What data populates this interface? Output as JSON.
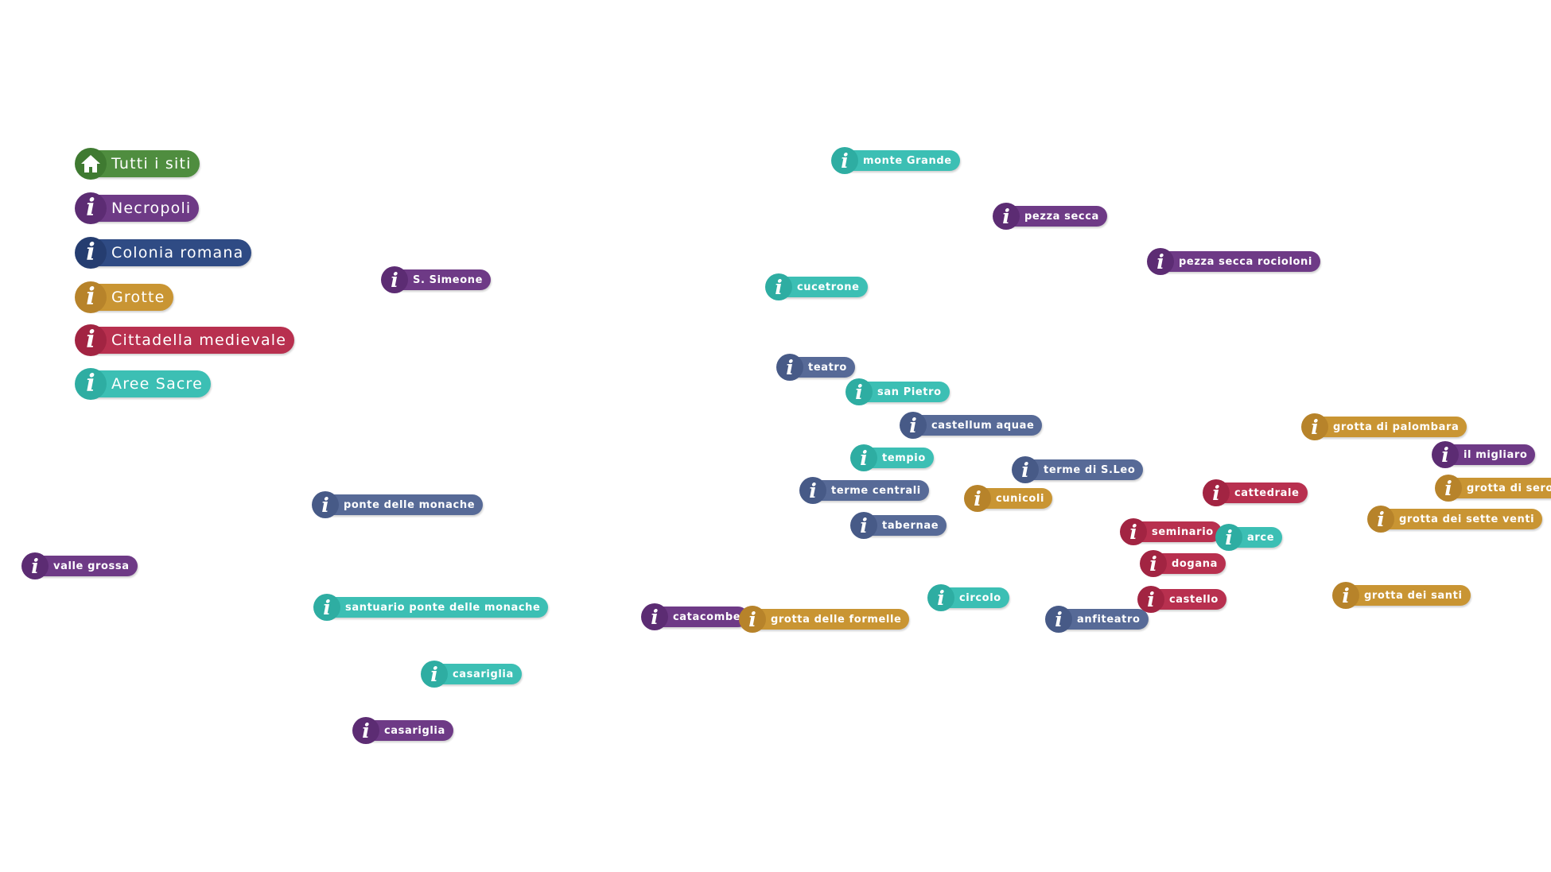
{
  "legend": {
    "all_sites": "Tutti i siti",
    "necropoli": "Necropoli",
    "colonia_romana": "Colonia romana",
    "grotte": "Grotte",
    "cittadella": "Cittadella medievale",
    "aree_sacre": "Aree Sacre"
  },
  "sites": {
    "monte_grande": "monte Grande",
    "pezza_secca": "pezza secca",
    "pezza_secca_rocioloni": "pezza secca rocioloni",
    "s_simeone": "S. Simeone",
    "cucetrone": "cucetrone",
    "teatro": "teatro",
    "san_pietro": "san Pietro",
    "castellum_aquae": "castellum aquae",
    "tempio": "tempio",
    "terme_s_leo": "terme di S.Leo",
    "terme_centrali": "terme centrali",
    "cunicoli": "cunicoli",
    "tabernae": "tabernae",
    "grotta_palombara": "grotta di palombara",
    "il_migliaro": "il migliaro",
    "grotta_seroie": "grotta di seroie",
    "cattedrale": "cattedrale",
    "grotta_sette_venti": "grotta dei sette venti",
    "seminario": "seminario",
    "arce": "arce",
    "dogana": "dogana",
    "ponte_monache": "ponte delle monache",
    "valle_grossa": "valle grossa",
    "santuario_ponte_monache": "santuario ponte delle monache",
    "catacombe": "catacombe",
    "grotta_formelle": "grotta delle formelle",
    "circolo": "circolo",
    "anfiteatro": "anfiteatro",
    "castello": "castello",
    "grotta_santi": "grotta dei santi",
    "casariglia_teal": "casariglia",
    "casariglia_purple": "casariglia"
  },
  "icons": {
    "info": "i",
    "home": "home-icon"
  },
  "colors": {
    "necropoli": "#6e3a86",
    "colonia_romana": "#576a97",
    "colonia_romana_legend": "#2f4b84",
    "grotte": "#c99533",
    "cittadella": "#b8304f",
    "aree_sacre": "#3cbfb4",
    "all_sites": "#4f8d3f"
  }
}
